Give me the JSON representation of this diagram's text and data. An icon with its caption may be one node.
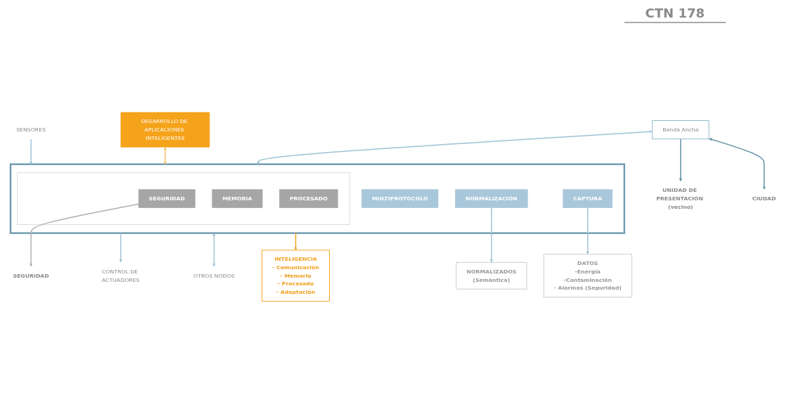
{
  "diagram": {
    "nodes": [
      {
        "text": [
          "UNIDAD DE PRESENTACIÓN (vecino)"
        ]
      },
      {
        "text": [
          "CIUDAD"
        ]
      },
      {
        "text": [
          "SEGURIDAD"
        ]
      },
      {
        "text": [
          "Banda Ancha"
        ]
      },
      {
        "text": [
          "DESARROLLO DE APLICACIONES INTELIGENTES"
        ]
      },
      {
        "text": [],
        "shape": "box"
      },
      {
        "text": [],
        "shape": "box",
        "in": 5
      },
      {
        "text": [
          "SEGURIDAD"
        ],
        "in": 6
      },
      {
        "text": [
          "MEMORIA"
        ],
        "in": 6
      },
      {
        "text": [
          "PROCESADO"
        ],
        "in": 6
      },
      {
        "text": [
          "NORMALIZACIÓN"
        ],
        "in": 5
      },
      {
        "text": [
          "MULTIPROTOCOLO"
        ],
        "in": 5
      },
      {
        "text": [
          "CAPTURA"
        ],
        "in": 5
      },
      {
        "text": [
          "SENSORES"
        ]
      },
      {
        "text": [
          "CONTROL DE ACTUADORES"
        ]
      },
      {
        "text": [
          "OTROS NODOS"
        ]
      },
      {
        "text": [
          "INTELIGENCIA",
          "- Comunicación",
          "- Memoria",
          "- Procesado",
          "- Adaptación"
        ]
      },
      {
        "text": [
          "NORMALIZADOS",
          "(Semántica)"
        ]
      },
      {
        "text": [
          "DATOS",
          "-Energía",
          "-Contaminación",
          "- Alarmas (Seguridad)"
        ]
      }
    ],
    "edges": [
      {
        "from": 3,
        "to": 0,
        "arrow": "to",
        "color": "#5e8fa3"
      },
      {
        "from": 3,
        "to": 1,
        "arrow": "both",
        "color": "#5e8fa3"
      },
      {
        "from": 7,
        "to": 2,
        "arrow": "to",
        "color": "#b0b0b0"
      },
      {
        "from": 3,
        "to": 5,
        "arrow": "both"
      },
      {
        "from": 4,
        "to": 5,
        "arrow": "both",
        "color": "#f5c06a"
      },
      {
        "from": 13,
        "to": 5,
        "arrow": "to"
      },
      {
        "from": 5,
        "to": 14,
        "arrow": "to"
      },
      {
        "from": 5,
        "to": 15,
        "arrow": "both"
      },
      {
        "from": 5,
        "to": 16,
        "arrow": "to",
        "color": "#f0a020"
      },
      {
        "from": 10,
        "to": 17,
        "arrow": "to"
      },
      {
        "from": 12,
        "to": 18,
        "arrow": "to"
      }
    ],
    "labels": [
      "CTN 178"
    ]
  }
}
